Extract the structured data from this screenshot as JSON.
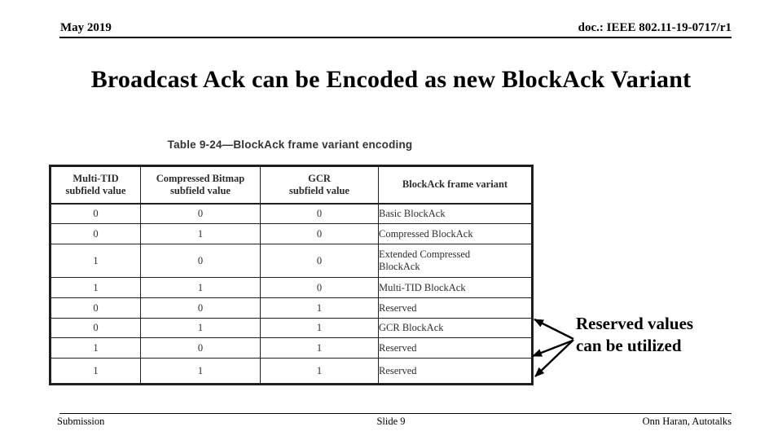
{
  "header": {
    "date": "May 2019",
    "doc_number": "doc.: IEEE 802.11-19-0717/r1"
  },
  "title": "Broadcast Ack can be Encoded as new BlockAck Variant",
  "table": {
    "caption": "Table 9-24—BlockAck frame variant encoding",
    "columns": [
      {
        "top": "Multi-TID",
        "bottom": "subfield value"
      },
      {
        "top": "Compressed Bitmap",
        "bottom": "subfield value"
      },
      {
        "top": "GCR",
        "bottom": "subfield value"
      },
      {
        "top": "BlockAck frame variant",
        "bottom": ""
      }
    ],
    "rows": [
      {
        "multi_tid": "0",
        "compressed_bitmap": "0",
        "gcr": "0",
        "variant": "Basic BlockAck"
      },
      {
        "multi_tid": "0",
        "compressed_bitmap": "1",
        "gcr": "0",
        "variant": "Compressed BlockAck"
      },
      {
        "multi_tid": "1",
        "compressed_bitmap": "0",
        "gcr": "0",
        "variant": "Extended Compressed\nBlockAck"
      },
      {
        "multi_tid": "1",
        "compressed_bitmap": "1",
        "gcr": "0",
        "variant": "Multi-TID BlockAck"
      },
      {
        "multi_tid": "0",
        "compressed_bitmap": "0",
        "gcr": "1",
        "variant": "Reserved"
      },
      {
        "multi_tid": "0",
        "compressed_bitmap": "1",
        "gcr": "1",
        "variant": "GCR BlockAck"
      },
      {
        "multi_tid": "1",
        "compressed_bitmap": "0",
        "gcr": "1",
        "variant": "Reserved"
      },
      {
        "multi_tid": "1",
        "compressed_bitmap": "1",
        "gcr": "1",
        "variant": "Reserved"
      }
    ]
  },
  "annotation": {
    "line1": "Reserved values",
    "line2": "can be utilized"
  },
  "footer": {
    "left": "Submission",
    "center": "Slide 9",
    "right": "Onn Haran, Autotalks"
  },
  "colors": {
    "text": "#000000",
    "table_ink": "#2d2d2d",
    "background": "#ffffff"
  }
}
